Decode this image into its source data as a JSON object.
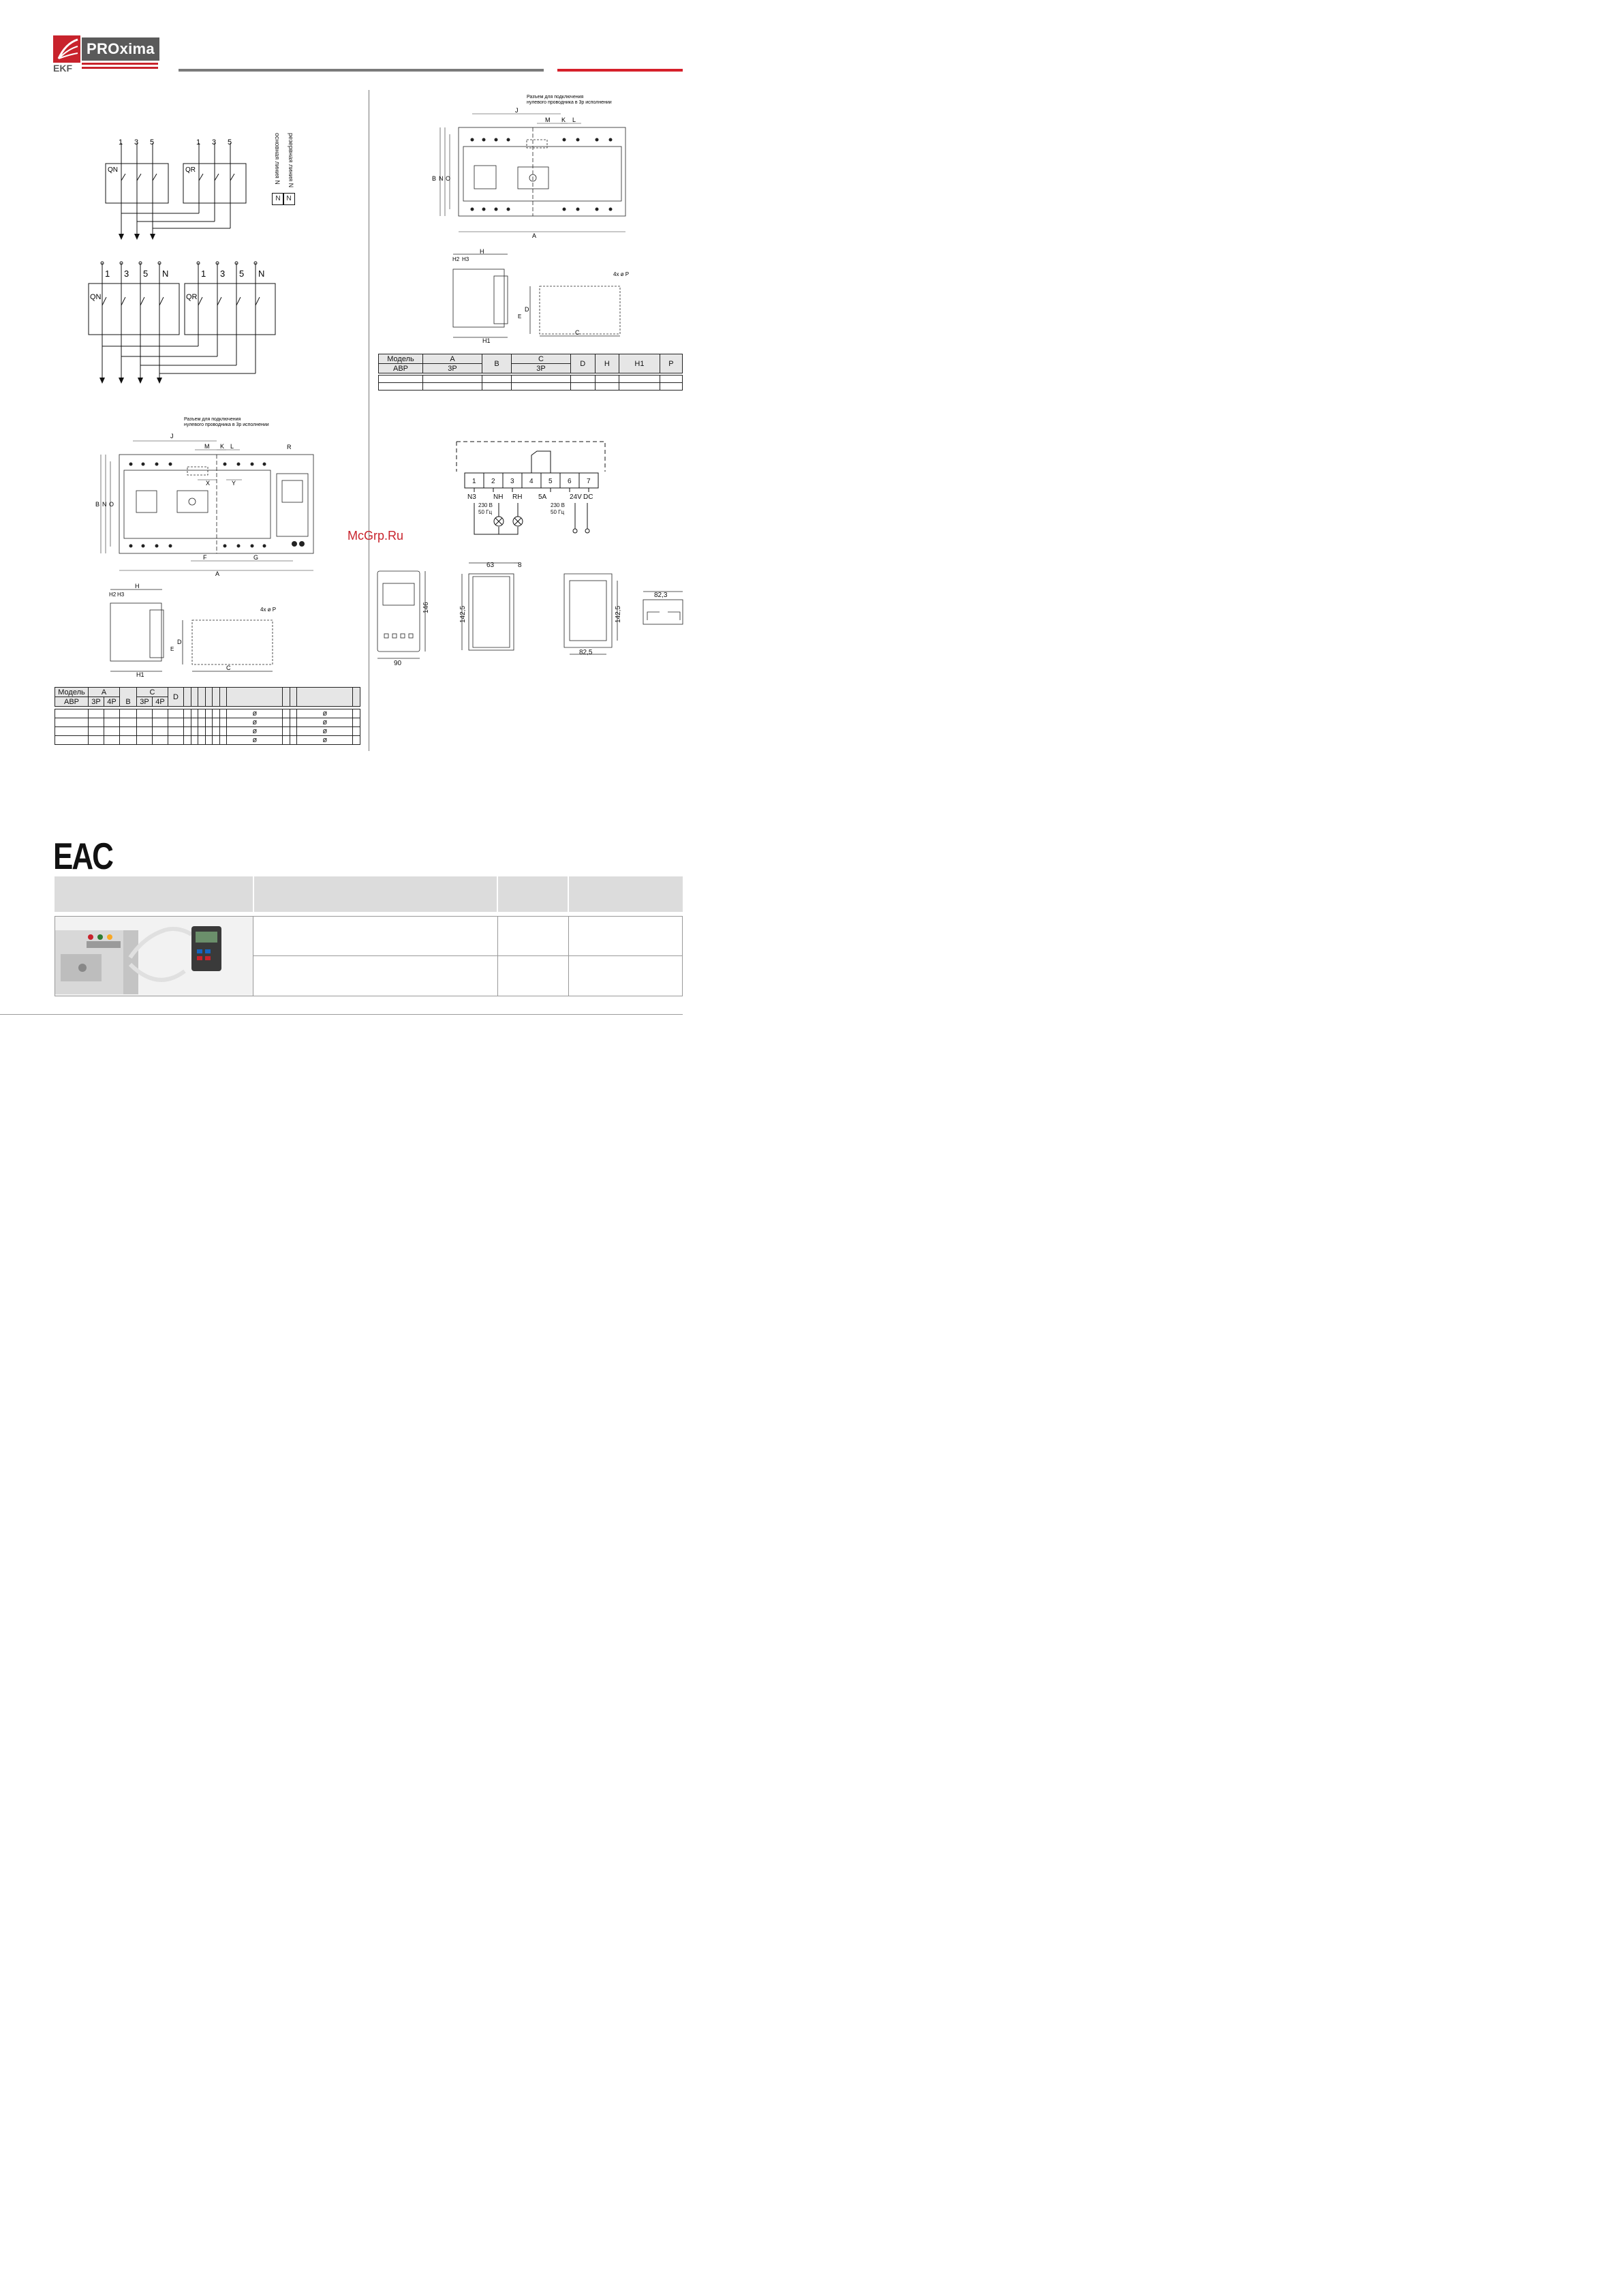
{
  "brand": {
    "name": "PROxima",
    "sub": "EKF"
  },
  "watermark": "McGrp.Ru",
  "certification_mark": "EAC",
  "schematic_3p": {
    "group1_poles": [
      "1",
      "3",
      "5"
    ],
    "group2_poles": [
      "1",
      "3",
      "5"
    ],
    "qn_label": "QN",
    "qr_label": "QR",
    "legend_main": "основная линия N",
    "legend_reserve": "резервная линия N",
    "n_box": "N"
  },
  "schematic_4p": {
    "group1_poles": [
      "1",
      "3",
      "5",
      "N"
    ],
    "group2_poles": [
      "1",
      "3",
      "5",
      "N"
    ],
    "qn_label": "QN",
    "qr_label": "QR"
  },
  "drawing_labels": {
    "neutral_connector_line1": "Разъем для подключения",
    "neutral_connector_line2": "нулевого проводника в 3р исполнении",
    "J": "J",
    "M": "M",
    "K": "K",
    "L": "L",
    "R": "R",
    "X": "X",
    "Y": "Y",
    "F": "F",
    "G": "G",
    "A": "A",
    "B": "B",
    "N": "N",
    "O": "O",
    "H": "H",
    "H2": "H2",
    "H3": "H3",
    "H1": "H1",
    "C": "C",
    "D": "D",
    "E": "E",
    "holes": "4x ø P"
  },
  "table_left": {
    "header_row1": [
      "Модель",
      "A",
      "",
      "C",
      "D"
    ],
    "header_row2": [
      "АВР",
      "3P",
      "4P",
      "B",
      "3P",
      "4P"
    ],
    "rows": [
      [
        "ø",
        "ø"
      ],
      [
        "ø",
        "ø"
      ],
      [
        "ø",
        "ø"
      ],
      [
        "ø",
        "ø"
      ]
    ]
  },
  "table_right": {
    "header": [
      "Модель",
      "A",
      "C",
      "D",
      "H",
      "H1",
      "P"
    ],
    "header_sub": [
      "АВР",
      "3P",
      "B",
      "3P"
    ]
  },
  "terminal_block": {
    "terminals": [
      "1",
      "2",
      "3",
      "4",
      "5",
      "6",
      "7"
    ],
    "labels": [
      "N3",
      "NH",
      "RH",
      "5A",
      "24V",
      "DC"
    ],
    "voltage_ac": "230 В",
    "freq_ac": "50 Гц",
    "voltage_ac2": "230 В",
    "freq_ac2": "50 Гц"
  },
  "controller_dims": {
    "height": "146",
    "width": "90",
    "depth": "63",
    "thickness": "8",
    "panel_h": "142,5",
    "cutout_h": "142,5",
    "cutout_w": "82,5",
    "bracket_w": "82,3"
  }
}
